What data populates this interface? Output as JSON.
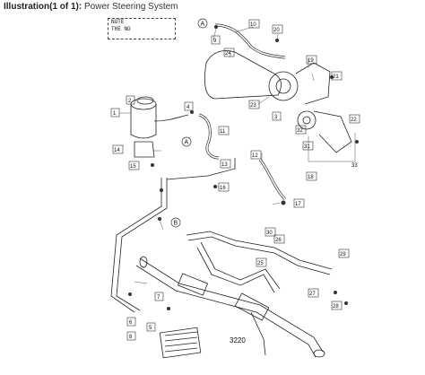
{
  "header": {
    "bold": "Illustration(1 of 1):",
    "title": "Power Steering System"
  },
  "note": {
    "line1": "NOTE",
    "line2": "THE NO",
    "a": "ⓐ",
    "b": "ⓑ"
  },
  "callouts": [
    "1",
    "2",
    "3",
    "4",
    "5",
    "6",
    "7",
    "8",
    "9",
    "10",
    "11",
    "12",
    "13",
    "14",
    "15",
    "16",
    "17",
    "18",
    "19",
    "20",
    "21",
    "22",
    "23",
    "24",
    "25",
    "26",
    "27",
    "28",
    "29",
    "30",
    "31",
    "32",
    "33"
  ],
  "markers": {
    "a": "A",
    "b": "B"
  },
  "figure_code": "3220"
}
